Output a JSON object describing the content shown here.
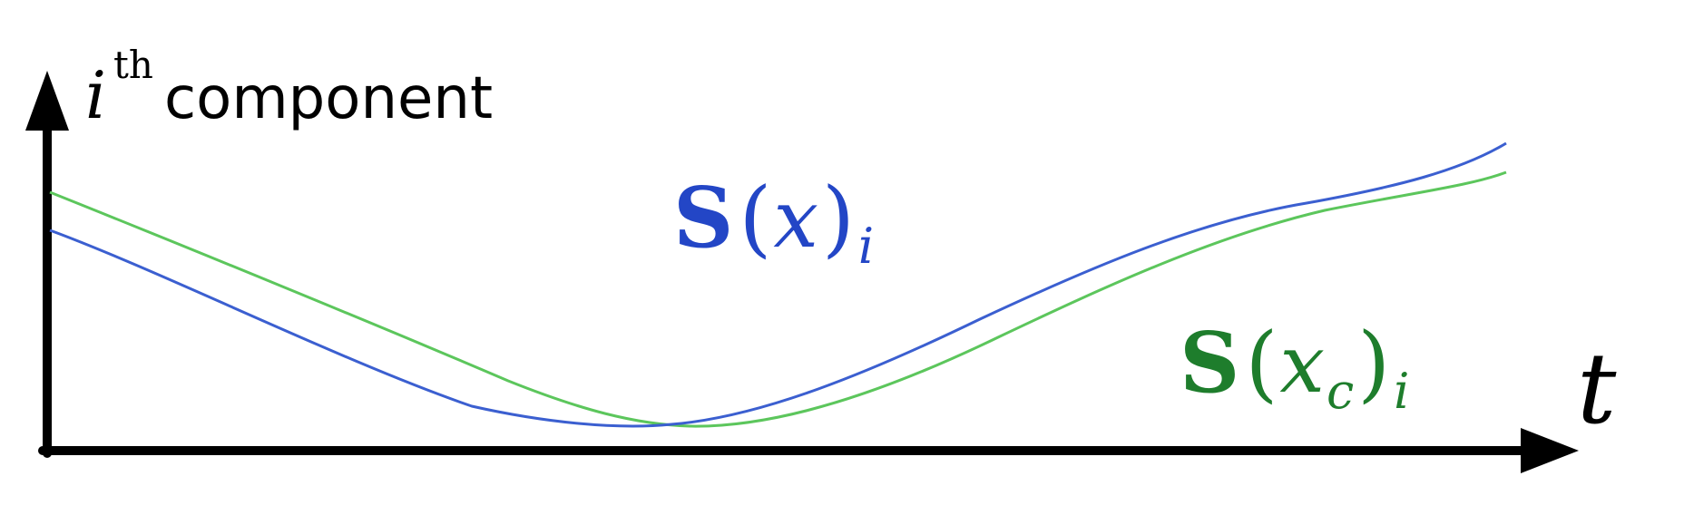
{
  "y_axis": {
    "label_var": "i",
    "label_sup": "th",
    "label_word": "component"
  },
  "x_axis": {
    "label": "t"
  },
  "colors": {
    "axis": "#000000",
    "curve_x": "#3b5fd0",
    "curve_xc": "#5cc65c",
    "label_x": "#2346c6",
    "label_xc": "#1e7d2c"
  },
  "curves": {
    "s_x": {
      "label_main": "S",
      "label_open": "(",
      "label_var": "x",
      "label_close": ")",
      "label_sub": "i"
    },
    "s_xc": {
      "label_main": "S",
      "label_open": "(",
      "label_var": "x",
      "label_varsub": "c",
      "label_close": ")",
      "label_sub": "i"
    }
  }
}
